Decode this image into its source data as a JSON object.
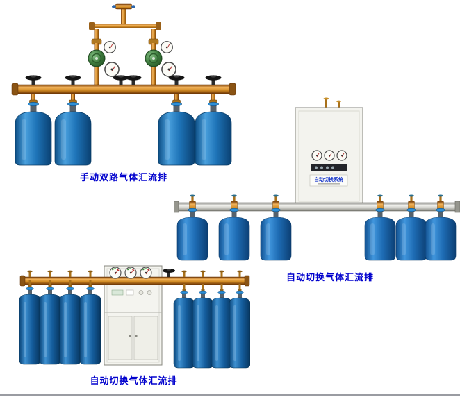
{
  "page": {
    "background_color": "#ffffff",
    "caption_color": "#0101cd"
  },
  "products": [
    {
      "id": "manual-dual-line-manifold",
      "caption": "手动双路气体汇流排",
      "cylinders": 4,
      "cylinder_color": "#1e74b8",
      "pipe_color": "#d08a22"
    },
    {
      "id": "auto-switchover-manifold-wall-cabinet",
      "caption": "自动切换气体汇流排",
      "cabinet_label": "自动切换系统",
      "cylinders": 6,
      "cylinder_color": "#2f80c8",
      "pipe_color": "#c2c2bc"
    },
    {
      "id": "auto-switchover-manifold-floor-cabinet",
      "caption": "自动切换气体汇流排",
      "cylinders": 8,
      "cylinder_color": "#155e9e",
      "pipe_color": "#d08a22"
    }
  ]
}
